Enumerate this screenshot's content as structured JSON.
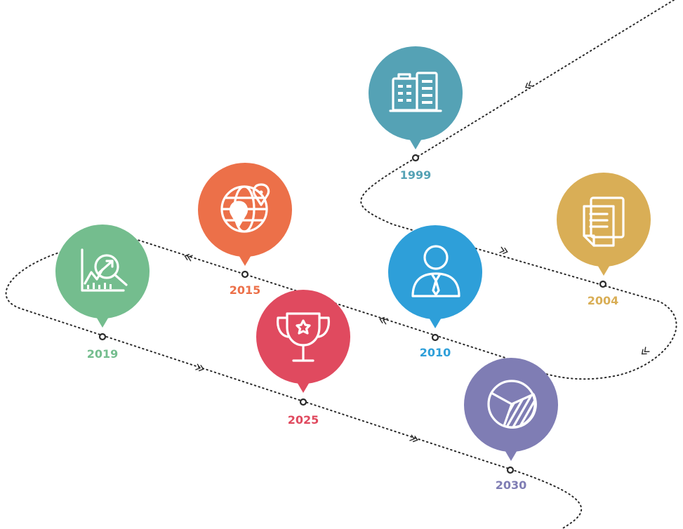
{
  "milestones": [
    {
      "year": "1999",
      "color": "#55A2B5",
      "icon": "office-building-icon"
    },
    {
      "year": "2004",
      "color": "#D9AE56",
      "icon": "documents-icon"
    },
    {
      "year": "2010",
      "color": "#2E9FD9",
      "icon": "businessman-icon"
    },
    {
      "year": "2015",
      "color": "#EC7049",
      "icon": "globe-location-icon"
    },
    {
      "year": "2019",
      "color": "#74BD8E",
      "icon": "chart-analysis-icon"
    },
    {
      "year": "2025",
      "color": "#E04A5F",
      "icon": "trophy-icon"
    },
    {
      "year": "2030",
      "color": "#7F7DB4",
      "icon": "pie-chart-icon"
    }
  ]
}
